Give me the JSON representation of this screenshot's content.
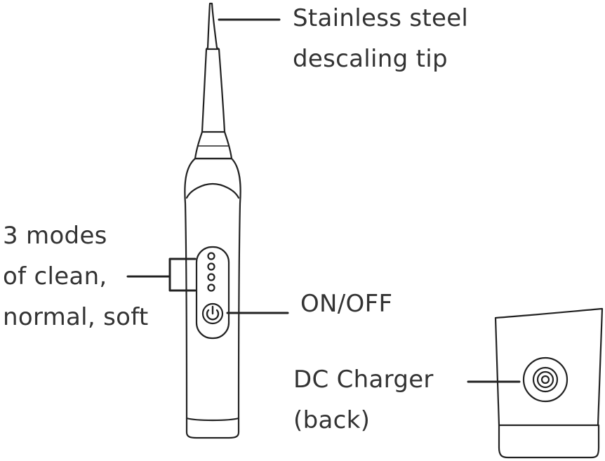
{
  "labels": {
    "tip": [
      "Stainless steel",
      "descaling tip"
    ],
    "modes": [
      "3 modes",
      "of clean,",
      "normal, soft"
    ],
    "power": "ON/OFF",
    "charger": [
      "DC Charger",
      "(back)"
    ]
  },
  "icons": {
    "power_button": "power-icon",
    "mode_indicators": "led-dot-icon",
    "charger_port": "dc-port-icon"
  },
  "colors": {
    "stroke": "#222222",
    "text": "#333333",
    "fill": "#ffffff"
  }
}
